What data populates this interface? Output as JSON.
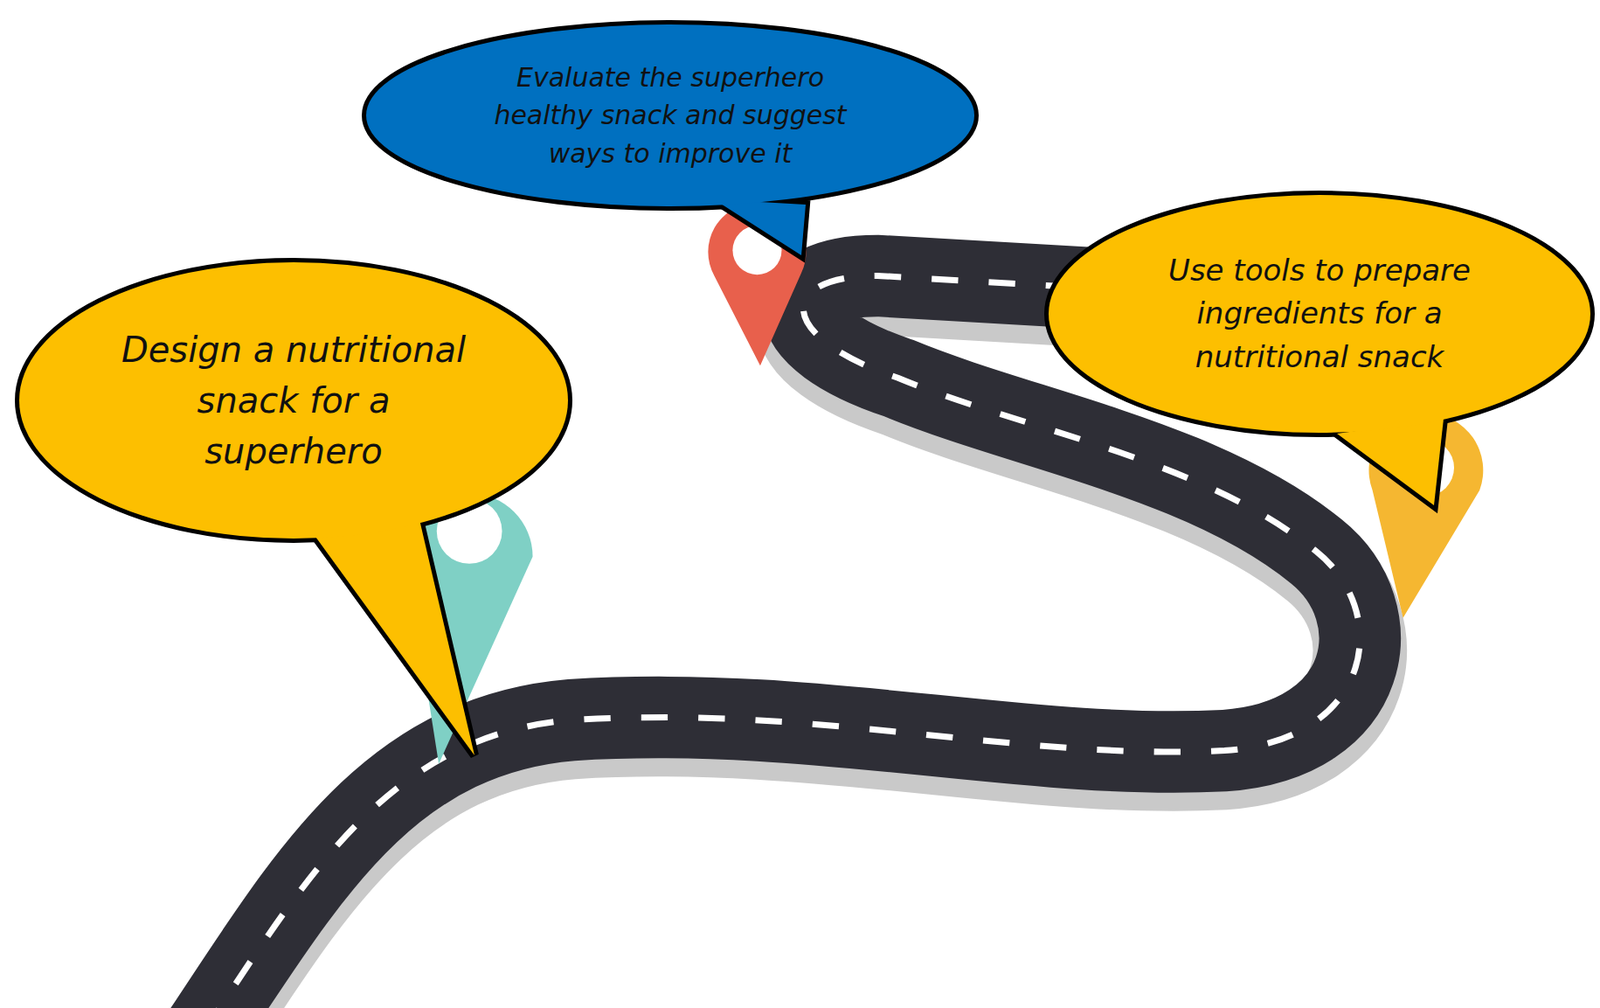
{
  "diagram": {
    "nodes": [
      {
        "text": [
          "Evaluate the superhero healthy snack and suggest ways to improve it"
        ]
      },
      {
        "text": [
          "Use tools to prepare ingredients for a nutritional snack"
        ]
      },
      {
        "text": [
          "Design a nutritional snack for a superhero"
        ]
      }
    ]
  }
}
